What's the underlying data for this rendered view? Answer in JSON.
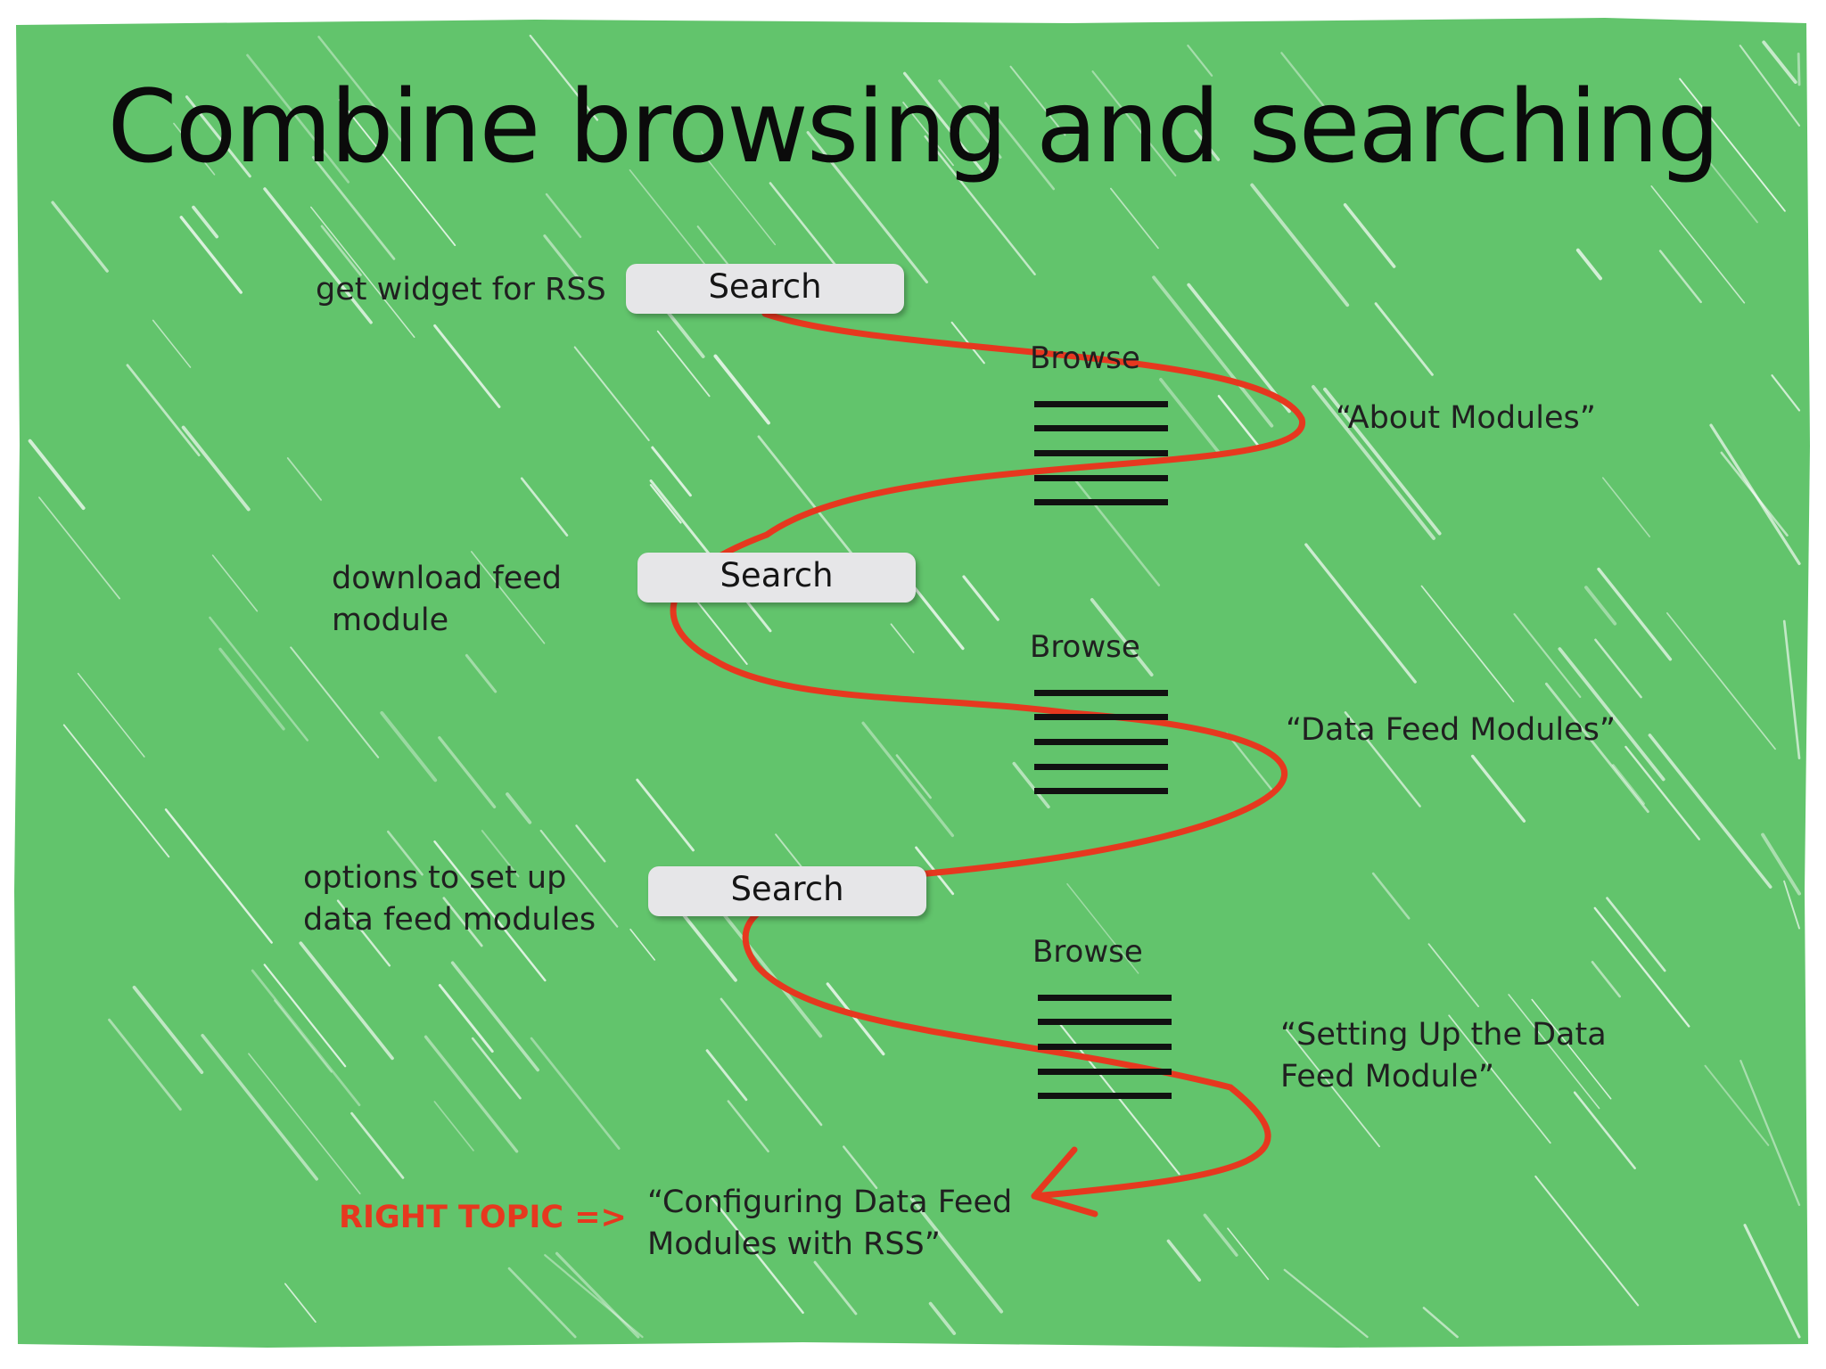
{
  "slide": {
    "title": "Combine browsing and searching",
    "background_color": "#62c46c",
    "accent_color": "#e6381f"
  },
  "steps": [
    {
      "query": "get widget for RSS",
      "search_label": "Search",
      "browse_label": "Browse",
      "result": "“About Modules”"
    },
    {
      "query": "download feed module",
      "search_label": "Search",
      "browse_label": "Browse",
      "result": "“Data Feed Modules”"
    },
    {
      "query": "options to set up data feed modules",
      "search_label": "Search",
      "browse_label": "Browse",
      "result": "“Setting Up the Data Feed Module”"
    }
  ],
  "final": {
    "marker": "RIGHT TOPIC =>",
    "result": "“Configuring Data Feed Modules with RSS”"
  },
  "icons": {
    "browse": "menu-list-icon",
    "path": "red-flow-arrow-icon"
  }
}
